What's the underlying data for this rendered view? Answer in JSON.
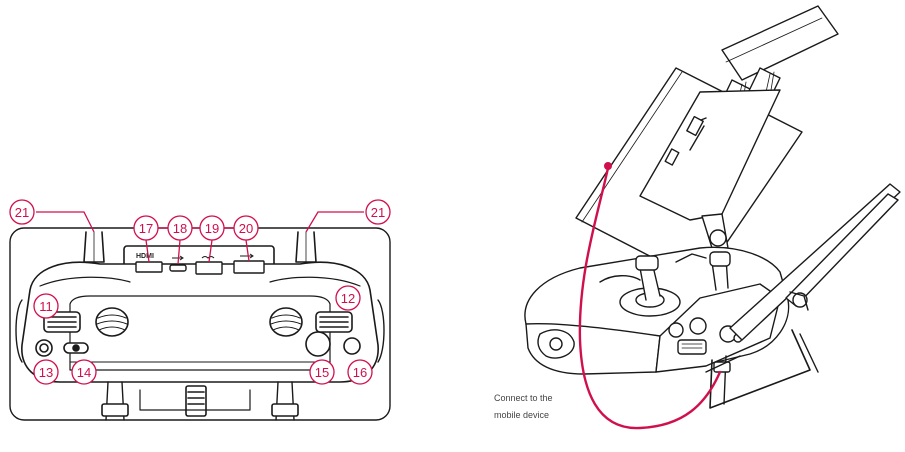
{
  "callouts": {
    "c11": "11",
    "c12": "12",
    "c13": "13",
    "c14": "14",
    "c15": "15",
    "c16": "16",
    "c17": "17",
    "c18": "18",
    "c19": "19",
    "c20": "20",
    "c21_left": "21",
    "c21_right": "21"
  },
  "port_labels": {
    "hdmi": "HDMI"
  },
  "caption": {
    "line1": "Connect to the",
    "line2": "mobile device"
  },
  "colors": {
    "accent": "#d0104c",
    "line": "#1a1a1a",
    "fill": "#ffffff"
  }
}
